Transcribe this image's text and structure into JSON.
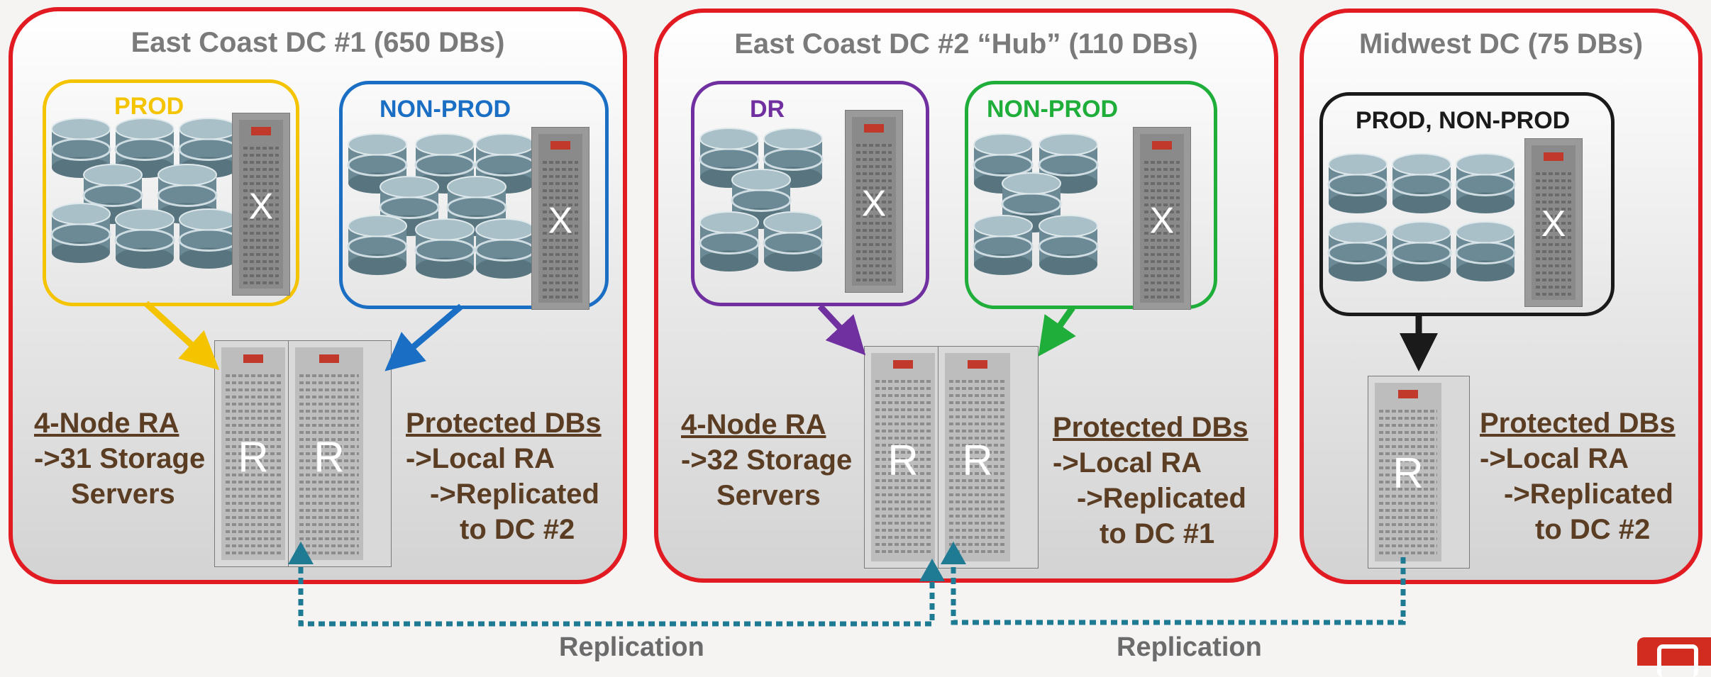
{
  "datacenters": [
    {
      "title": "East Coast DC #1 (650 DBs)",
      "envs": [
        "PROD",
        "NON-PROD"
      ],
      "ra_title": "4-Node RA",
      "ra_lines": [
        "->31 Storage",
        "Servers"
      ],
      "prot_title": "Protected DBs",
      "prot_lines": [
        "->Local RA",
        "->Replicated",
        "to DC #2"
      ]
    },
    {
      "title": "East Coast DC #2 “Hub” (110 DBs)",
      "envs": [
        "DR",
        "NON-PROD"
      ],
      "ra_title": "4-Node RA",
      "ra_lines": [
        "->32 Storage",
        "Servers"
      ],
      "prot_title": "Protected DBs",
      "prot_lines": [
        "->Local RA",
        "->Replicated",
        "to DC #1"
      ]
    },
    {
      "title": "Midwest DC (75 DBs)",
      "envs": [
        "PROD, NON-PROD"
      ],
      "prot_title": "Protected DBs",
      "prot_lines": [
        "->Local RA",
        "->Replicated",
        "to DC #2"
      ]
    }
  ],
  "replication_labels": [
    "Replication",
    "Replication"
  ],
  "server_letters": {
    "exadata": "X",
    "recovery_appliance": "R"
  },
  "colors": {
    "dc_border": "#e21b23",
    "prod": "#f5c400",
    "non_prod_1": "#1a6fc4",
    "dr": "#7030a0",
    "non_prod_2": "#1fae3a",
    "prod_non_prod": "#1a1a1a",
    "replication_line": "#1f7a94",
    "text_brown": "#5a3d23"
  },
  "icons": [
    "database-cylinder-icon",
    "exadata-rack-icon",
    "recovery-appliance-rack-icon"
  ]
}
